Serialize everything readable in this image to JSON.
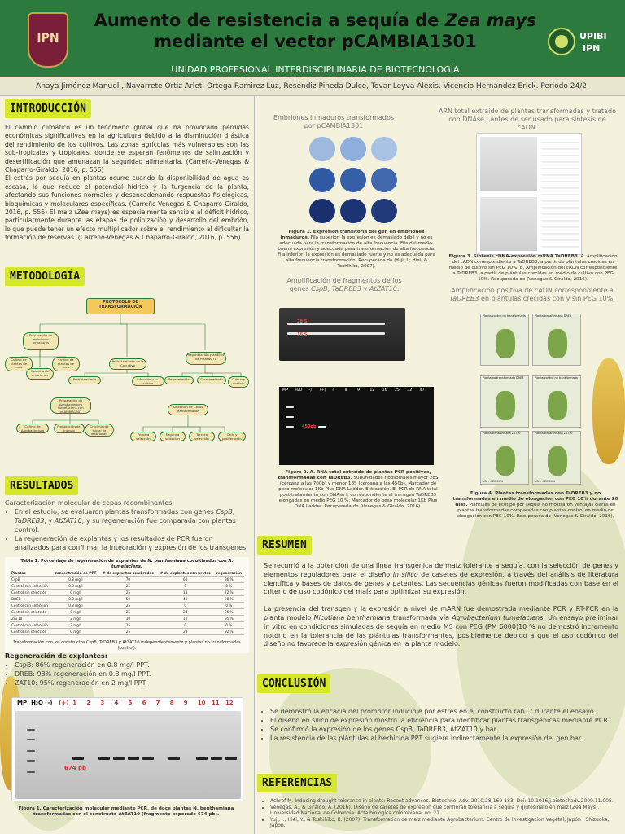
{
  "header": {
    "title_part1": "Aumento de resistencia a sequía de ",
    "title_italic": "Zea mays",
    "title_part2": "mediante el vector pCAMBIA1301",
    "unit": "UNIDAD PROFESIONAL INTERDISCIPLINARIA DE BIOTECNOLOGÍA",
    "logo_left": "IPN",
    "logo_right_top": "UPIBI",
    "logo_right_bottom": "IPN"
  },
  "authors": "Anaya Jiménez Manuel , Navarrete Ortiz Arlet, Ortega Ramirez Luz, Reséndiz Pineda Dulce, Tovar Leyva Alexis, Vicencio Hernández Erick. Periodo 24/2.",
  "introduccion": {
    "heading": "INTRODUCCIÓN",
    "p1": "El cambio climático es un fenómeno global que ha provocado pérdidas económicas significativas en la agricultura debido a la disminución drástica del rendimiento de los cultivos. Las zonas agrícolas más vulnerables son las sub-tropicales y tropicales, donde se esperan fenómenos de salinización y desertificación que amenazan la seguridad alimentaria. (Carreño-Venegas & Chaparro-Giraldo, 2016, p. 556)",
    "p2a": "El estrés por sequía en plantas ocurre cuando la disponibilidad de agua es escasa, lo que reduce el potencial hídrico y la turgencia de la planta, afectando sus funciones normales y desencadenando respuestas fisiológicas, bioquímicas y moleculares específicas. (Carreño-Venegas & Chaparro-Giraldo, 2016, p. 556) El maíz (",
    "p2_italic": "Zea mays",
    "p2b": ") es especialmente sensible al déficit hídrico, particularmente durante las etapas de polinización y desarrollo del embrión, lo que puede tener un efecto multiplicador sobre el rendimiento al dificultar la formación de reservas. (Carreño-Venegas & Chaparro-Giraldo, 2016, p. 556)"
  },
  "metodologia": {
    "heading": "METODOLOGÍA",
    "nodes": {
      "root": "PROTOCOLO DE TRANSFORMACIÓN",
      "n1": "Preparación de embriones inmaduros",
      "n2": "Cultivo de plantas de maíz",
      "n3": "Cultivo de plantas de maíz",
      "n4": "Cosecha de embriones",
      "n5": "Pretratamiento de la Cocultivo",
      "n6": "Pretratamiento",
      "n7": "Infección y co-cultivo",
      "n8": "Regeneración y análisis de Plantas T1",
      "n9": "Regeneración",
      "n10": "Enraizamiento",
      "n11": "Cultivo y análisis",
      "n12": "Preparación de Agrobacterium tumefaciens con pCAMBIA1301",
      "n13": "Cultivo de Agrobacterium",
      "n14": "Preparación del inóculo",
      "n15": "Crecimiento inicial de embriones",
      "n16": "Selección de Callos Transformados",
      "n17": "Primera selección",
      "n18": "Segunda selección",
      "n19": "Tercera selección",
      "n20": "Callo y proliferación"
    }
  },
  "resultados": {
    "heading": "RESULTADOS",
    "subtitle": "Caracterización molecular de cepas recombinantes:",
    "b1_pre": "En el estudio, se evaluaron plantas transformadas con genes ",
    "b1_g1": "CspB",
    "b1_sep1": ", ",
    "b1_g2": "TaDREB3",
    "b1_sep2": ", y ",
    "b1_g3": "AtZAT10",
    "b1_post": ", y su regeneración fue comparada con plantas control.",
    "b2": "La regeneración de explantes y los resultados de PCR fueron analizados para confirmar la integración y expresión de los transgenes.",
    "table_title_pre": "Tabla 1. Porcentaje de regeneración de explantes de ",
    "table_title_it": "N. benthamiana",
    "table_title_mid": " cocultivados con ",
    "table_title_it2": "A. tumefaciens.",
    "table_headers": [
      "Plantas",
      "concentración de PPT",
      "# de explantes sembrados",
      "# de explantes con brotes",
      "regeneración"
    ],
    "table_rows": [
      [
        "CspB",
        "0.8 mg/l",
        "70",
        "60",
        "86 %"
      ],
      [
        "Control con selección",
        "0.8 mg/l",
        "25",
        "0",
        "0 %"
      ],
      [
        "Control sin selección",
        "0 mg/l",
        "25",
        "18",
        "72 %"
      ],
      [
        "DREB",
        "0.8 mg/l",
        "50",
        "49",
        "98 %"
      ],
      [
        "Control con selección",
        "0.8 mg/l",
        "25",
        "0",
        "0 %"
      ],
      [
        "Control sin selección",
        "0 mg/l",
        "25",
        "24",
        "96 %"
      ],
      [
        "ZAT10",
        "2 mg/l",
        "10",
        "12",
        "95 %"
      ],
      [
        "Control con selección",
        "2 mg/l",
        "25",
        "0",
        "0 %"
      ],
      [
        "Control sin selección",
        "0 mg/l",
        "25",
        "23",
        "92 %"
      ]
    ],
    "table_note": "Transformación con los constructos CspB, TaDREB3 y AtZAT10 independientemente y plantas no transformadas (control).",
    "regen_title": "Regeneración de explantes:",
    "regen": [
      "CspB: 86% regeneración en 0.8 mg/l PPT.",
      "DREB: 98% regeneración en 0.8 mg/l PPT.",
      "ZAT10: 95% regeneración en 2 mg/l PPT."
    ],
    "gel_lanes": [
      "MP",
      "H₂O",
      "(-)",
      "(+)",
      "1",
      "2",
      "3",
      "4",
      "5",
      "6",
      "7",
      "8",
      "9",
      "10",
      "11",
      "12"
    ],
    "gel_band_label": "674 pb",
    "fig_bottom_bold": "Figura 1. Caracterización molecular mediante PCR, de doce plantas N. benthamiana transformadas con el constructo AtZAT10 (fragmento esperado 674 pb)."
  },
  "middle": {
    "fig1_title": "Embriones inmaduros transformados por pCAMBIA1301",
    "fig1_cap_bold": "Figura 1. Expresión transitoria del gen en embriones inmaduros.",
    "fig1_cap": " Fila superior: la expresión es demasiado débil y no es adecuada para la transformación de alta frecuencia. Fila del medio: buena expresión y adecuada para transformación de alta frecuencia. Fila inferior: la expresión es demasiado fuerte y no es adecuada para alta frecuencia transformación. Recuperada de (Yuji, I.; Hiei, & Toshihiko, 2007).",
    "arn_title": "ARN total extraído de plantas transformadas y tratado con DNAse I antes de ser usado para síntesis de cADN.",
    "fig3_cap_bold": "Figura 3. Síntesis cDNA-expresión mRNA TaDREB3.",
    "fig3_cap": " A. Amplificación del cADN correspondiente a TaDREB3, a partir de plántulas crecidas en medio de cultivo sin PEG 10%. B. Amplificación del cADN correspondiente a TaDREB3, a partir de plántulas crecidas en medio de cultivo con PEG 10%. Recuperada de (Venegas & Giraldo, 2016).",
    "amp_title_pre": "Amplificación de fragmentos de los genes ",
    "amp_g1": "CspB",
    "amp_sep1": ", ",
    "amp_g2": "TaDREB3",
    "amp_sep2": " y ",
    "amp_g3": "AtZAT10",
    "amp_end": ".",
    "gel_label_28s": "28 S",
    "gel_label_18s": "18 S",
    "gel2_lanes": [
      "MP",
      "H₂O",
      "(-)",
      "(+)",
      "4",
      "8",
      "9",
      "12",
      "16",
      "25",
      "32",
      "47"
    ],
    "gel2_label": "450pb",
    "fig2_cap_bold": "Figura 2. A. RNA total extraído de plantas PCR positivas, transformadas con TaDREB3.",
    "fig2_cap": " Subunidades ribosomales mayor 28S (cercana a las 700b) y menor 18S (cercana a las 450b). Marcador de peso molecular 1Kb Plus DNA Ladder. Extracción. B. PCR de RNA total post-tratamiento con DNAse I, correspondiente al transgen TaDREB3 elongadas en medio PEG 10 %. Marcador de peso molecular 1Kb Plus DNA Ladder. Recuperada de (Venegas & Giraldo, 2016).",
    "amp2_pre": "Amplificación positiva de cADN correspondiente a ",
    "amp2_g": "TaDREB3",
    "amp2_post": " en plántulas crecidas con y sin PEG 10%.",
    "photo_labels": [
      "Planta control no transformada",
      "Planta transformada DREB",
      "Planta no transformada DREB",
      "Planta control no transformada",
      "Planta transformada ZAT10",
      "Planta transformada ZAT10"
    ],
    "photo_sub": [
      "NS + PEG 10%",
      "NS + PEG 10%"
    ],
    "fig4_cap_bold": "Figura 4. Plantas transformadas con TaDREB3 y no transformadas en medio de elongación con PEG 10% durante 20 días.",
    "fig4_cap": " Plántulas de ecotipo por sequía no mostraron ventajas claras en plantas transformadas comparadas con plantas control en medio de elongación con PEG 10%. Recuperada de (Venegas & Giraldo, 2016)."
  },
  "resumen": {
    "heading": "RESUMEN",
    "p1a": "Se recurrió a la obtención de una línea transgénica de maíz tolerante a sequía, con la selección de genes y elementos reguladores para el diseño ",
    "p1_it": "in silico",
    "p1b": " de casetes de expresión, a través del análisis de literatura científica y bases de datos de genes y patentes. Las secuencias génicas fueron modificadas con base en el criterio de uso codónico del maíz para optimizar su expresión.",
    "p2a": "La presencia del transgen y la expresión a nivel de mARN fue demostrada mediante PCR y RT-PCR en la planta modelo ",
    "p2_it1": "Nicotiana benthamiana",
    "p2b": " transformada vía ",
    "p2_it2": "Agrobacterium tumefaciens",
    "p2c": ". Un ensayo preliminar in vitro en condiciones simuladas de sequía en medio MS con PEG (PM 6000)10 % no demostró incremento notorio en la tolerancia de las plántulas transformantes, posiblemente debido a que el uso codónico del diseño no favorece la expresión génica en la planta modelo."
  },
  "conclusion": {
    "heading": "CONCLUSIÓN",
    "items": [
      "Se demostró la eficacia del promotor inducible por estrés en el constructo rab17 durante el ensayo.",
      "El diseño en silico de expresión mostró la eficiencia para identificar plantas transgénicas mediante PCR.",
      "Se confirmó la expresión de los genes CspB, TaDREB3, AtZAT10 y bar.",
      "La resistencia de las plántulas al herbicida PPT sugiere indirectamente la expresión del gen bar."
    ]
  },
  "referencias": {
    "heading": "REFERENCIAS",
    "items": [
      "Ashraf M. Inducing drought tolerance in plants: Recent advances. Biotechnol Adv. 2010;28:169-183. Doi: 10.1016/j.biotechadv.2009.11.005.",
      "Venegas, A., & Giraldo, A. (2016). Diseño de casetes de expresión que confieran tolerancia a sequía y glufosinato en maíz (Zea Mays). Universidad Nacional de Colombia: Acta biologica colombiana, vol.21.",
      "Yuji, I., Hiei, Y., & Toshihiko, K. (2007). Transformation de maiz mediante Agrobacterium. Centro de Investigación Vegetal, Japón : Shizuoka, Japón."
    ]
  },
  "colors": {
    "header_green": "#2d7a3f",
    "section_yellow": "#d6e62a",
    "background": "#f4f1dc"
  }
}
